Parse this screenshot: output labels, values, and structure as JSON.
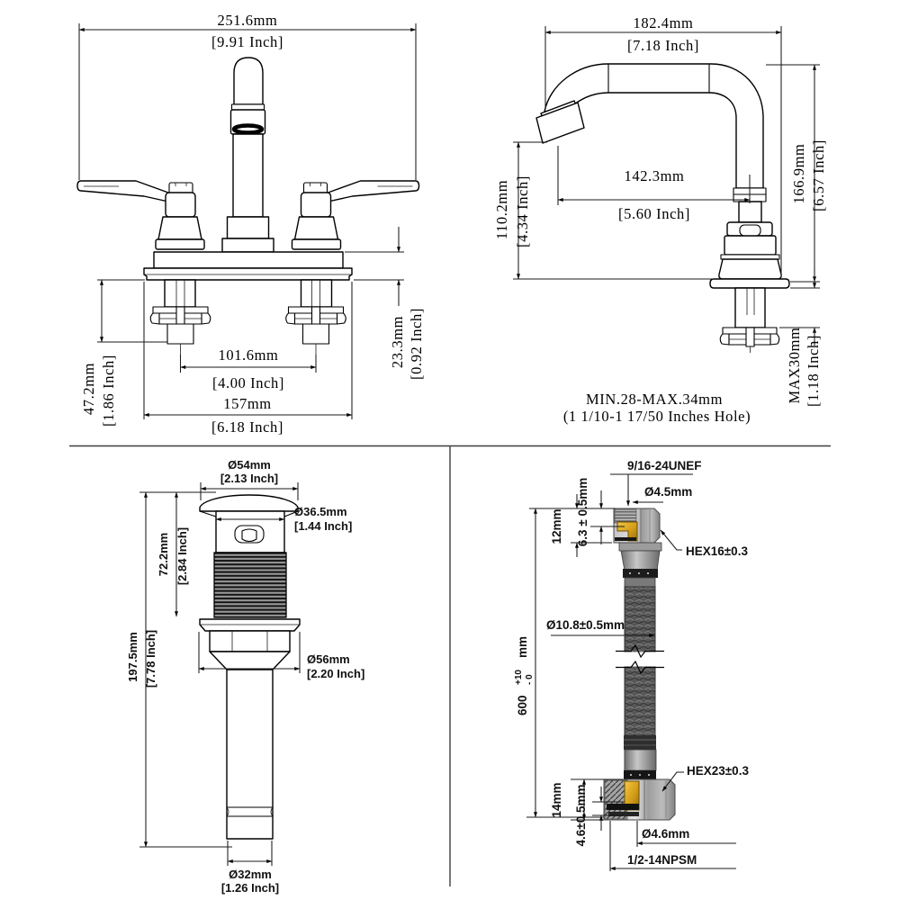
{
  "views": {
    "front": {
      "overall_width": {
        "mm": "251.6mm",
        "in": "[9.91 Inch]"
      },
      "handle_centers": {
        "mm": "101.6mm",
        "in": "[4.00 Inch]"
      },
      "base_width": {
        "mm": "157mm",
        "in": "[6.18 Inch]"
      },
      "under_deck_height": {
        "mm": "47.2mm",
        "in": "[1.86 Inch]"
      },
      "body_height": {
        "mm": "23.3mm",
        "in": "[0.92 Inch]"
      }
    },
    "side": {
      "overall_depth": {
        "mm": "182.4mm",
        "in": "[7.18 Inch]"
      },
      "spout_reach": {
        "mm": "142.3mm",
        "in": "[5.60 Inch]"
      },
      "spout_height": {
        "mm": "110.2mm",
        "in": "[4.34 Inch]"
      },
      "overall_height": {
        "mm": "166.9mm",
        "in": "[6.57 Inch]"
      },
      "max_deck": {
        "mm": "MAX30mm",
        "in": "[1.18 Inch]"
      },
      "hole_note1": "MIN.28-MAX.34mm",
      "hole_note2": "(1 1/10-1 17/50 Inches Hole)"
    },
    "drain": {
      "cap_diameter": {
        "mm": "Ø54mm",
        "in": "[2.13 Inch]"
      },
      "body_diameter": {
        "mm": "Ø36.5mm",
        "in": "[1.44 Inch]"
      },
      "upper_length": {
        "mm": "72.2mm",
        "in": "[2.84 Inch]"
      },
      "total_length": {
        "mm": "197.5mm",
        "in": "[7.78 Inch]"
      },
      "nut_diameter": {
        "mm": "Ø56mm",
        "in": "[2.20 Inch]"
      },
      "tail_diameter": {
        "mm": "Ø32mm",
        "in": "[1.26 Inch]"
      }
    },
    "hose": {
      "top_thread": "9/16-24UNEF",
      "top_bore": "Ø4.5mm",
      "top_nut_height": "12mm",
      "top_seat": "6.3 ± 0.5mm",
      "top_hex": "HEX16±0.3",
      "hose_diameter": "Ø10.8±0.5mm",
      "length_main": "600",
      "length_tol_plus": "+10",
      "length_tol_minus": "- 0",
      "length_unit": "mm",
      "bottom_hex": "HEX23±0.3",
      "bottom_nut_height": "14mm",
      "bottom_seat": "4.6±0.5mm",
      "bottom_bore": "Ø4.6mm",
      "bottom_thread": "1/2-14NPSM"
    }
  }
}
